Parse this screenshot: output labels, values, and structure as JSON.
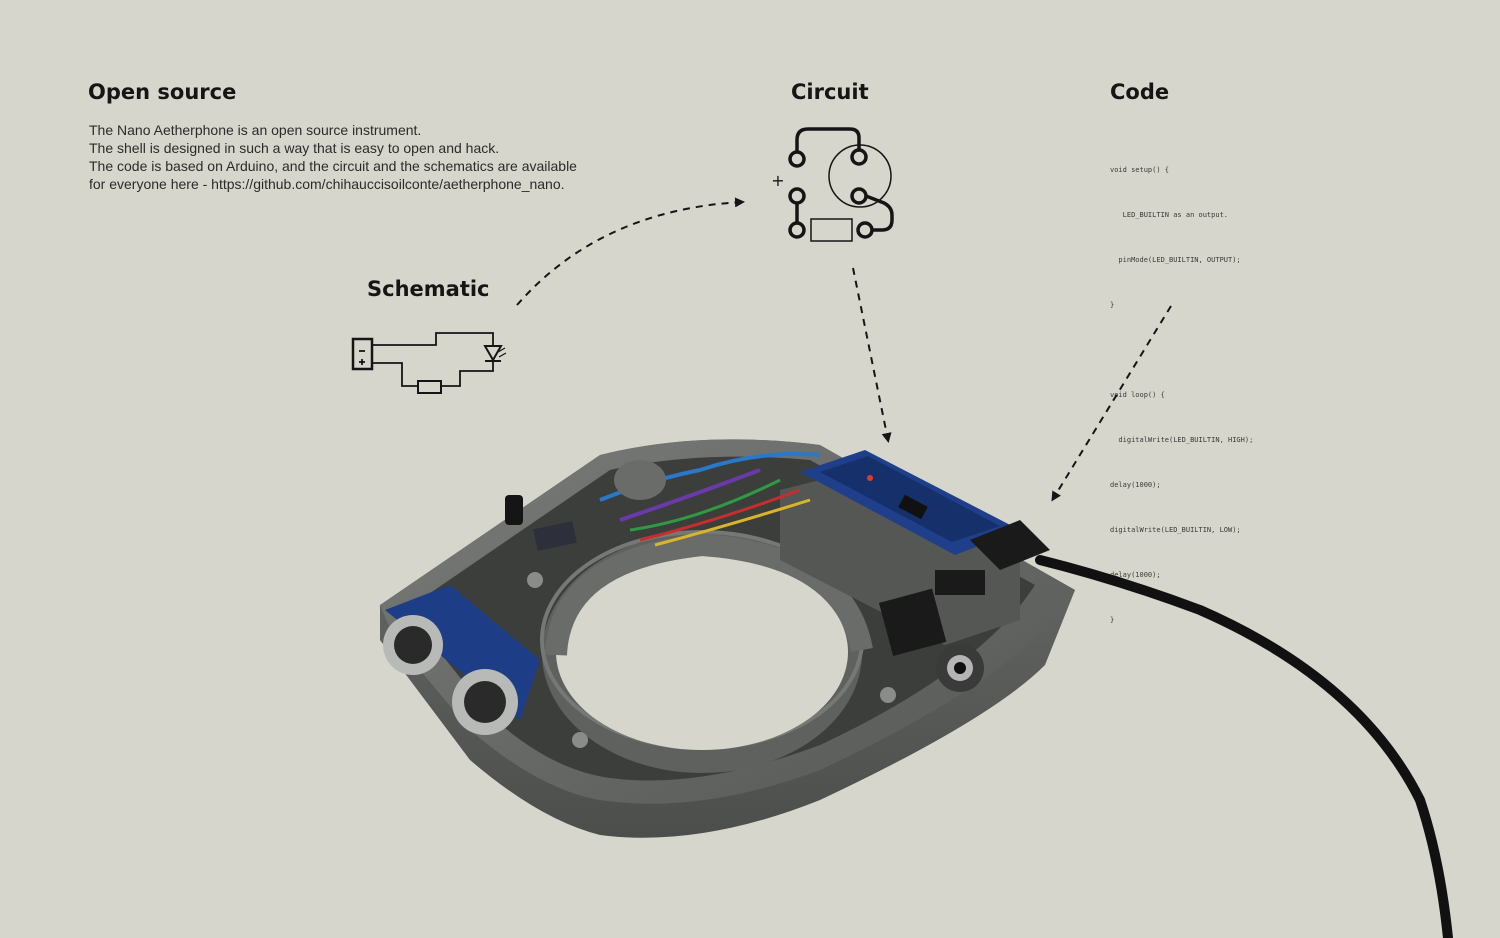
{
  "sections": {
    "open_source": {
      "title": "Open source",
      "lines": [
        "The Nano  Aetherphone is an open source instrument.",
        "The shell is designed in such a way that is easy to open and hack.",
        "The code is based on Arduino, and the circuit and the schematics are available",
        "for everyone here - https://github.com/chihauccisoilconte/aetherphone_nano."
      ]
    },
    "circuit": {
      "title": "Circuit",
      "plus_sign": "+"
    },
    "code": {
      "title": "Code",
      "lines": [
        "void setup() {",
        "   LED_BUILTIN as an output.",
        "  pinMode(LED_BUILTIN, OUTPUT);",
        "}",
        "",
        "void loop() {",
        "  digitalWrite(LED_BUILTIN, HIGH);",
        "delay(1000);",
        "digitalWrite(LED_BUILTIN, LOW);",
        "delay(1000);",
        "}"
      ]
    },
    "schematic": {
      "title": "Schematic"
    }
  },
  "colors": {
    "background": "#d6d6cc",
    "ink": "#151515",
    "shell": "#6b6d6b",
    "board": "#1f3f8a",
    "cable": "#111111"
  }
}
